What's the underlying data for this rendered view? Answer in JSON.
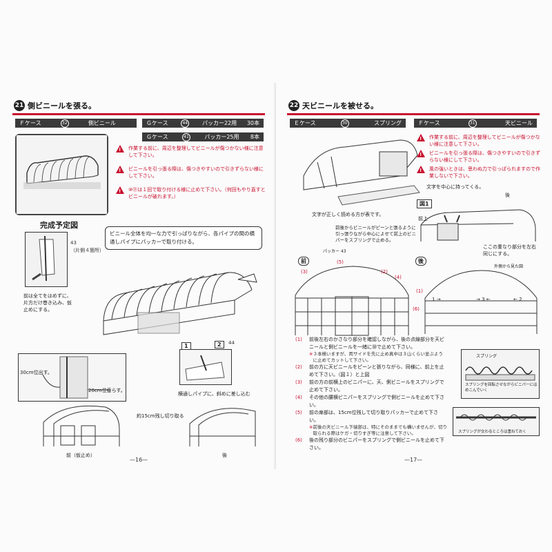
{
  "left": {
    "step_number": "21",
    "title": "側ビニールを張る。",
    "parts": [
      {
        "case": "Ｆケース",
        "num": "32",
        "name": "側ビニール",
        "qty": ""
      },
      {
        "case": "Ｇケース",
        "num": "44",
        "name": "パッカー22用",
        "qty": "30本"
      },
      {
        "case": "Ｇケース",
        "num": "41",
        "name": "パッカー25用",
        "qty": "8本"
      }
    ],
    "warnings": [
      "作業する前に、周辺を整理してビニールが傷つかない様に注意して下さい。",
      "ビニールを引っ張る際は、傷つきやすいので引きずらない様にして下さい。",
      "⑩⑪は１回で取り付ける様に止めて下さい。（何回もやり直すとビニールが破れます。）"
    ],
    "completed_label": "完成予定図",
    "instruction_box": "ビニール全体を均一な力で引っぱりながら、各パイプの間の横通しパイプにパッカーで取り付ける。",
    "callout_num": "43",
    "callout_side": "（片側４箇所）",
    "front_note": "前は全てをはめずに、片方だけ巻き込み、仮止めにする。",
    "dim_30": "30cm位出す。",
    "dim_20": "20cm位垂らす。",
    "step1": "1",
    "step2": "2",
    "step2_num": "44",
    "attach_note": "横通しパイプに、斜めに差し込む",
    "cut_note": "約15cm残し切り取る",
    "front_label": "前（仮止め）",
    "back_label": "後",
    "page_number": "—16—"
  },
  "right": {
    "step_number": "22",
    "title": "天ビニールを被せる。",
    "parts": [
      {
        "case": "Ｅケース",
        "num": "30",
        "name": "スプリング"
      },
      {
        "case": "Ｆケース",
        "num": "31",
        "name": "天ビニール"
      }
    ],
    "warnings": [
      "作業する前に、周辺を整理してビニールが傷つかない様に注意して下さい。",
      "ビニールを引っ張る際は、傷つきやすいので引きずらない様にして下さい。",
      "風の強いときは、思わぬ力で引っぱられますので作業しないで下さい。"
    ],
    "hold_center": "文字を中心に持ってくる。",
    "back_top": "後",
    "text_readable": "文字が正しく読める方が表です。",
    "fig1": "図1",
    "fig1_note": "前後からビニールがピーンと張るように引っ張りながら中心によせて前上のビニパーをスプリングで止める。",
    "front_top": "前上",
    "overlap_note": "ここの重なり部分を左右同じにする。",
    "front_label": "前",
    "back_label": "後",
    "packer_label": "パッカー",
    "packer_num": "43",
    "outside_view": "外側から見た図",
    "circled": [
      "(1)",
      "(2)",
      "(3)",
      "(4)",
      "(5)",
      "(6)"
    ],
    "arrows": [
      "1",
      "3",
      "2"
    ],
    "steps": [
      {
        "n": "(1)",
        "t": "前後左右のかさなり部分を確認しながら、後の点線部分を天ビニールと側ビニールを一緒に㉚で止めて下さい。"
      },
      {
        "n": "※",
        "t": "３本検いますが、両サイドを先に止め真中は３山くらい並ぶように止めてカットして下さい。",
        "note": true
      },
      {
        "n": "(2)",
        "t": "前の方に天ビニールをピーンと張りながら、同様に、前上を止めて下さい。（図１）と上図"
      },
      {
        "n": "(3)",
        "t": "前の方の前横上のビニパーに、天、側ビニールをスプリングで止めて下さい。"
      },
      {
        "n": "(4)",
        "t": "その他の腰横ビニパーをスプリングで側ビニールを止めて下さい。"
      },
      {
        "n": "(5)",
        "t": "前の扉部は、15cm位残して切り取りパッカーで止めて下さい。"
      },
      {
        "n": "※",
        "t": "前後の天ビニール下端部は、特にそのままでも構いませんが、切り取られる際はケガ・切りすぎ等に注意して下さい。",
        "note": true
      },
      {
        "n": "(6)",
        "t": "後の残り部分のビニパーをスプリングで側ビニールを止めて下さい。"
      }
    ],
    "spring_label": "スプリング",
    "spring_note": "スプリングを回転させながらビニパーにはめこんでいく",
    "spring_over": "スプリングが交わるところは重ねておく",
    "page_number": "—17—"
  },
  "colors": {
    "accent": "#c8102e",
    "bar": "#3a3a3a"
  }
}
